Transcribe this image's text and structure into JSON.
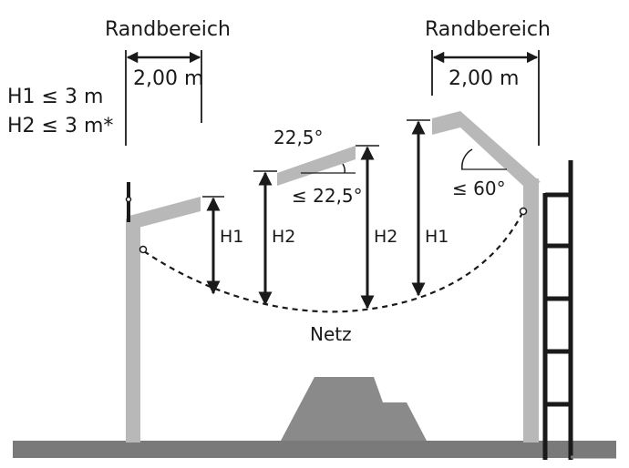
{
  "labels": {
    "edge_zone_left": "Randbereich",
    "edge_zone_right": "Randbereich",
    "width_left": "2,00 m",
    "width_right": "2,00 m",
    "rule_h1": "H1 ≤ 3 m",
    "rule_h2": "H2 ≤ 3 m*",
    "angle_top": "22,5°",
    "angle_under": "≤ 22,5°",
    "angle_right": "≤ 60°",
    "h1_left": "H1",
    "h2_left": "H2",
    "h2_right": "H2",
    "h1_right": "H1",
    "net": "Netz"
  },
  "colors": {
    "support_gray": "#b8b8b8",
    "ground_gray": "#7a7a7a",
    "block_gray": "#8a8a8a",
    "ink": "#1a1a1a"
  }
}
